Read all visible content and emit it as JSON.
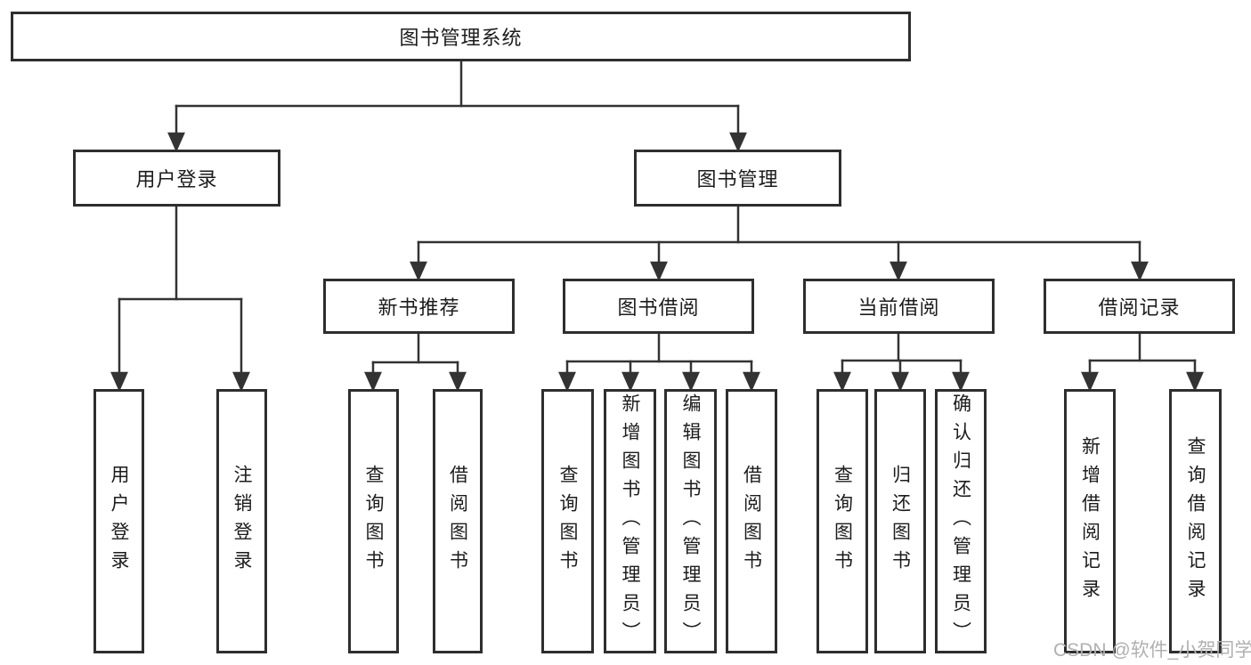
{
  "colors": {
    "line": "#333333",
    "box_border": "#2e2e2e",
    "box_fill": "#ffffff",
    "text": "#1c1c1c",
    "watermark": "#b0b0b0",
    "background": "#ffffff"
  },
  "watermark": "CSDN @软件_小贺同学",
  "tree": {
    "label": "图书管理系统",
    "children": [
      {
        "label": "用户登录",
        "children": [
          {
            "label": "用户登录"
          },
          {
            "label": "注销登录"
          }
        ]
      },
      {
        "label": "图书管理",
        "children": [
          {
            "label": "新书推荐",
            "children": [
              {
                "label": "查询图书"
              },
              {
                "label": "借阅图书"
              }
            ]
          },
          {
            "label": "图书借阅",
            "children": [
              {
                "label": "查询图书"
              },
              {
                "label": "新增图书（管理员）"
              },
              {
                "label": "编辑图书（管理员）"
              },
              {
                "label": "借阅图书"
              }
            ]
          },
          {
            "label": "当前借阅",
            "children": [
              {
                "label": "查询图书"
              },
              {
                "label": "归还图书"
              },
              {
                "label": "确认归还（管理员）"
              }
            ]
          },
          {
            "label": "借阅记录",
            "children": [
              {
                "label": "新增借阅记录"
              },
              {
                "label": "查询借阅记录"
              }
            ]
          }
        ]
      }
    ]
  }
}
